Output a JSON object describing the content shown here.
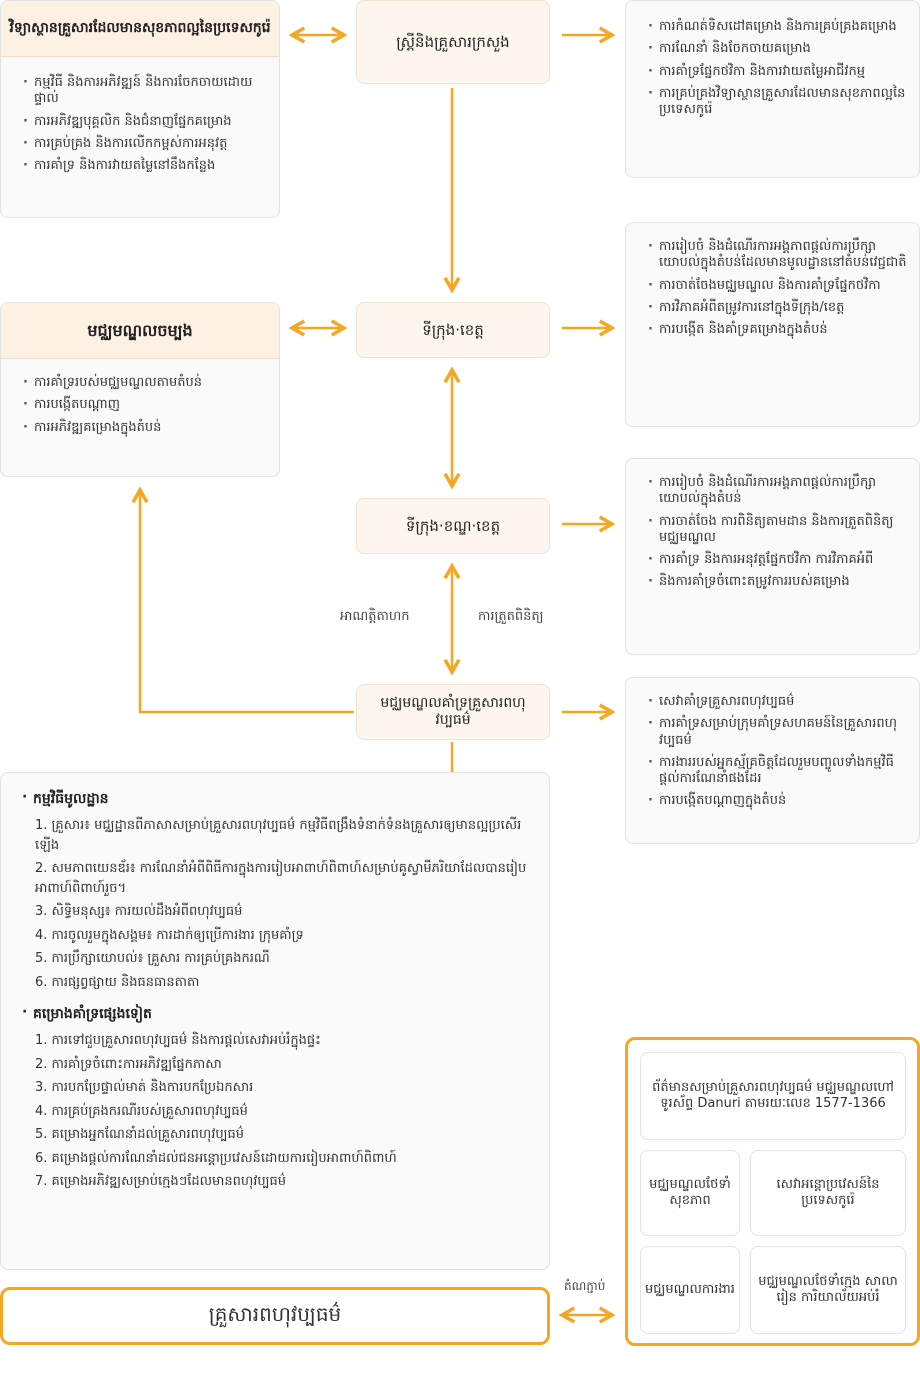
{
  "nodes": {
    "ministry": "ស្ត្រីនិងគ្រួសារក្រសួង",
    "healthy_family_institute": "វិទ្យាស្ថានគ្រួសារដែលមានសុខភាពល្អនៃប្រទេសកូរ៉េ",
    "test_center": "មជ្ឈមណ្ឌលចម្បង",
    "city_province": "ទីក្រុង·ខេត្ត",
    "district": "ទីក្រុង·ខណ្ឌ·ខេត្ត",
    "local_center": "មជ្ឈមណ្ឌលគាំទ្រគ្រួសារពហុវប្បធម៌",
    "final": "គ្រួសារពហុវប្បធម៌"
  },
  "lists": {
    "institute": [
      "កម្មវិធី និងការអភិវឌ្ឍន៍ និងការចែកចាយដោយផ្ទាល់",
      "ការអភិវឌ្ឍបុគ្គលិក និងជំនាញផ្នែកគម្រោង",
      "ការគ្រប់គ្រង និងការលើកកម្ពស់ការអនុវត្ត",
      "ការគាំទ្រ និងការវាយតម្លៃនៅនឹងកន្លែង"
    ],
    "test_center": [
      "ការគាំទ្ររបស់មជ្ឈមណ្ឌលតាមតំបន់",
      "ការបង្កើតបណ្តាញ",
      "ការអភិវឌ្ឍគម្រោងក្នុងតំបន់"
    ],
    "ministry_right": [
      "ការកំណត់ទិសដៅគម្រោង និងការគ្រប់គ្រងគម្រោង",
      "ការណែនាំ និងចែកចាយគម្រោង",
      "ការគាំទ្រផ្នែកថវិកា និងការវាយតម្លៃអាជីវកម្ម",
      "ការគ្រប់គ្រងវិទ្យាស្ថានគ្រួសារដែលមានសុខភាពល្អនៃប្រទេសកូរ៉េ"
    ],
    "city_right": [
      "ការរៀបចំ និងដំណើរការអង្គភាពផ្តល់ការប្រឹក្សាយោបល់ក្នុងតំបន់ដែលមានមូលដ្ឋាននៅតំបន់វេជ្ជជាតិ",
      "ការចាត់ចែងមជ្ឈមណ្ឌល និងការគាំទ្រផ្នែកថវិកា",
      "ការវិភាគអំពីតម្រូវការនៅក្នុងទីក្រុង/ខេត្ត",
      "ការបង្កើត និងគាំទ្រគម្រោងក្នុងតំបន់"
    ],
    "district_right": [
      "ការរៀបចំ និងដំណើរការអង្គភាពផ្តល់ការប្រឹក្សាយោបល់ក្នុងតំបន់",
      "ការចាត់ចែង ការពិនិត្យតាមដាន និងការត្រួតពិនិត្យមជ្ឈមណ្ឌល",
      "ការគាំទ្រ និងការអនុវត្តផ្នែកថវិកា ការវិភាគអំពី",
      "និងការគាំទ្រចំពោះតម្រូវការរបស់គម្រោង"
    ],
    "local_right": [
      "សេវាគាំទ្រគ្រួសារពហុវប្បធម៌",
      "ការគាំទ្រសម្រាប់ក្រុមគាំទ្រសហគមន៍នៃគ្រួសារពហុវប្បធម៌",
      "ការងាររបស់អ្នកស្ម័គ្រចិត្តដែលរួមបញ្ចូលទាំងកម្មវិធីផ្តល់ការណែនាំផងដែរ",
      "ការបង្កើតបណ្តាញក្នុងតំបន់"
    ]
  },
  "edge_labels": {
    "admin": "អាណត្តិតាហក",
    "review": "ការត្រួតពិនិត្យ",
    "connect": "តំណភ្ជាប់"
  },
  "programs": {
    "basic_title": "កម្មវិធីមូលដ្ឋាន",
    "basic": [
      "1. គ្រួសារ៖ មជ្ឈដ្ឋានពីភាសាសម្រាប់គ្រួសារពហុវប្បធម៌ កម្មវិធីពង្រឹងទំនាក់ទំនងគ្រួសារឲ្យមានល្អប្រសើរឡើង",
      "2. សមភាពយេនឌ័រ៖ ការណែនាំអំពីពិធីការក្នុងការរៀបអាពាហ៍ពិពាហ៍សម្រាប់គូស្វាមីភរិយាដែលបានរៀបអាពាហ៍ពិពាហ៍រួច។",
      "3. សិទ្ធិមនុស្ស៖ ការយល់ដឹងអំពីពហុវប្បធម៌",
      "4. ការចូលរួមក្នុងសង្គម៖ ការដាក់ឲ្យប្រើការងារ ក្រុមគាំទ្រ",
      "5. ការប្រឹក្សាយោបល់៖ គ្រួសារ ការគ្រប់គ្រងករណី",
      "6. ការផ្សព្វផ្សាយ និងធនធានតាតា"
    ],
    "other_title": "គម្រោងគាំទ្រផ្សេងទៀត",
    "other": [
      "1. ការទៅជួបគ្រួសារពហុវប្បធម៌ និងការផ្តល់សេវាអប់រំក្នុងផ្ទះ",
      "2. ការគាំទ្រចំពោះការអភិវឌ្ឍផ្នែកភាសា",
      "3. ការបកប្រែផ្ទាល់មាត់ និងការបកប្រែឯកសារ",
      "4. ការគ្រប់គ្រងករណីរបស់គ្រួសារពហុវប្បធម៌",
      "5. គម្រោងអ្នកណែនាំដល់គ្រួសារពហុវប្បធម៌",
      "6. គម្រោងផ្តល់ការណែនាំដល់ជនអន្តោប្រវេសន៍ដោយការរៀបអាពាហ៍ពិពាហ៍",
      "7. គម្រោងអភិវឌ្ឍសម្រាប់ក្មេងៗដែលមានពហុវប្បធម៌"
    ]
  },
  "contacts": {
    "hotline": "ព័ត៌មានសម្រាប់គ្រួសារពហុវប្បធម៌ មជ្ឈមណ្ឌលហៅទូរស័ព្ទ Danuri តាមរយៈលេខ 1577-1366",
    "health": "មជ្ឈមណ្ឌលថែទាំសុខភាព",
    "immigration": "សេវាអន្តោប្រវេសន៍នៃប្រទេសកូរ៉េ",
    "employment": "មជ្ឈមណ្ឌលការងារ",
    "child_support": "មជ្ឈមណ្ឌលថែទាំក្មេង សាលារៀន ការិយាល័យអប់រំ"
  },
  "colors": {
    "accent": "#f5a623",
    "peach": "#fdf1e4"
  }
}
